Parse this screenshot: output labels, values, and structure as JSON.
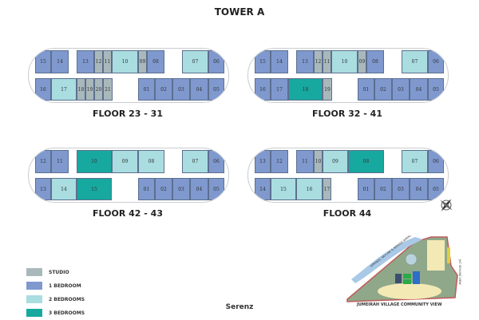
{
  "title": "TOWER A",
  "brand": "Serenz",
  "unit_types": {
    "studio": {
      "label": "STUDIO",
      "color": "#a9b8bb"
    },
    "1br": {
      "label": "1 BEDROOM",
      "color": "#7f99cf"
    },
    "2br": {
      "label": "2 BEDROOMS",
      "color": "#a9dde0"
    },
    "3br": {
      "label": "3 BEDROOMS",
      "color": "#17a99f"
    }
  },
  "legend": [
    "studio",
    "1br",
    "2br",
    "3br"
  ],
  "floors": [
    {
      "label": "FLOOR 23 - 31",
      "units": [
        {
          "no": "15",
          "type": "1br"
        },
        {
          "no": "14",
          "type": "1br"
        },
        {
          "no": "13",
          "type": "1br"
        },
        {
          "no": "12",
          "type": "studio"
        },
        {
          "no": "11",
          "type": "studio"
        },
        {
          "no": "10",
          "type": "2br"
        },
        {
          "no": "09",
          "type": "studio"
        },
        {
          "no": "08",
          "type": "1br"
        },
        {
          "no": "07",
          "type": "2br"
        },
        {
          "no": "06",
          "type": "1br"
        },
        {
          "no": "16",
          "type": "1br"
        },
        {
          "no": "17",
          "type": "2br"
        },
        {
          "no": "18",
          "type": "studio"
        },
        {
          "no": "19",
          "type": "studio"
        },
        {
          "no": "20",
          "type": "studio"
        },
        {
          "no": "21",
          "type": "studio"
        },
        {
          "no": "01",
          "type": "1br"
        },
        {
          "no": "02",
          "type": "1br"
        },
        {
          "no": "03",
          "type": "1br"
        },
        {
          "no": "04",
          "type": "1br"
        },
        {
          "no": "05",
          "type": "1br"
        }
      ]
    },
    {
      "label": "FLOOR 32 - 41",
      "units": [
        {
          "no": "15",
          "type": "1br"
        },
        {
          "no": "14",
          "type": "1br"
        },
        {
          "no": "13",
          "type": "1br"
        },
        {
          "no": "12",
          "type": "studio"
        },
        {
          "no": "11",
          "type": "studio"
        },
        {
          "no": "10",
          "type": "2br"
        },
        {
          "no": "09",
          "type": "studio"
        },
        {
          "no": "08",
          "type": "1br"
        },
        {
          "no": "07",
          "type": "2br"
        },
        {
          "no": "06",
          "type": "1br"
        },
        {
          "no": "16",
          "type": "1br"
        },
        {
          "no": "17",
          "type": "1br"
        },
        {
          "no": "18",
          "type": "3br"
        },
        {
          "no": "19",
          "type": "studio"
        },
        {
          "no": "01",
          "type": "1br"
        },
        {
          "no": "02",
          "type": "1br"
        },
        {
          "no": "03",
          "type": "1br"
        },
        {
          "no": "04",
          "type": "1br"
        },
        {
          "no": "05",
          "type": "1br"
        }
      ]
    },
    {
      "label": "FLOOR 42 - 43",
      "units": [
        {
          "no": "12",
          "type": "1br"
        },
        {
          "no": "11",
          "type": "1br"
        },
        {
          "no": "10",
          "type": "3br"
        },
        {
          "no": "09",
          "type": "2br"
        },
        {
          "no": "08",
          "type": "2br"
        },
        {
          "no": "07",
          "type": "2br"
        },
        {
          "no": "06",
          "type": "1br"
        },
        {
          "no": "13",
          "type": "1br"
        },
        {
          "no": "14",
          "type": "2br"
        },
        {
          "no": "15",
          "type": "3br"
        },
        {
          "no": "01",
          "type": "1br"
        },
        {
          "no": "02",
          "type": "1br"
        },
        {
          "no": "03",
          "type": "1br"
        },
        {
          "no": "04",
          "type": "1br"
        },
        {
          "no": "05",
          "type": "1br"
        }
      ]
    },
    {
      "label": "FLOOR 44",
      "units": [
        {
          "no": "13",
          "type": "1br"
        },
        {
          "no": "12",
          "type": "1br"
        },
        {
          "no": "11",
          "type": "1br"
        },
        {
          "no": "10",
          "type": "studio"
        },
        {
          "no": "09",
          "type": "2br"
        },
        {
          "no": "08",
          "type": "3br"
        },
        {
          "no": "07",
          "type": "2br"
        },
        {
          "no": "06",
          "type": "1br"
        },
        {
          "no": "14",
          "type": "1br"
        },
        {
          "no": "15",
          "type": "2br"
        },
        {
          "no": "16",
          "type": "2br"
        },
        {
          "no": "17",
          "type": "studio"
        },
        {
          "no": "01",
          "type": "1br"
        },
        {
          "no": "02",
          "type": "1br"
        },
        {
          "no": "03",
          "type": "1br"
        },
        {
          "no": "04",
          "type": "1br"
        },
        {
          "no": "05",
          "type": "1br"
        }
      ]
    }
  ],
  "site_plan": {
    "view_north": "SPRINGS, SKYLINE & SERENZ AMENITY VIEW",
    "view_east": "JVC SKYLINE VIEW",
    "view_south": "JUMEIRAH VILLAGE COMMUNITY VIEW"
  }
}
